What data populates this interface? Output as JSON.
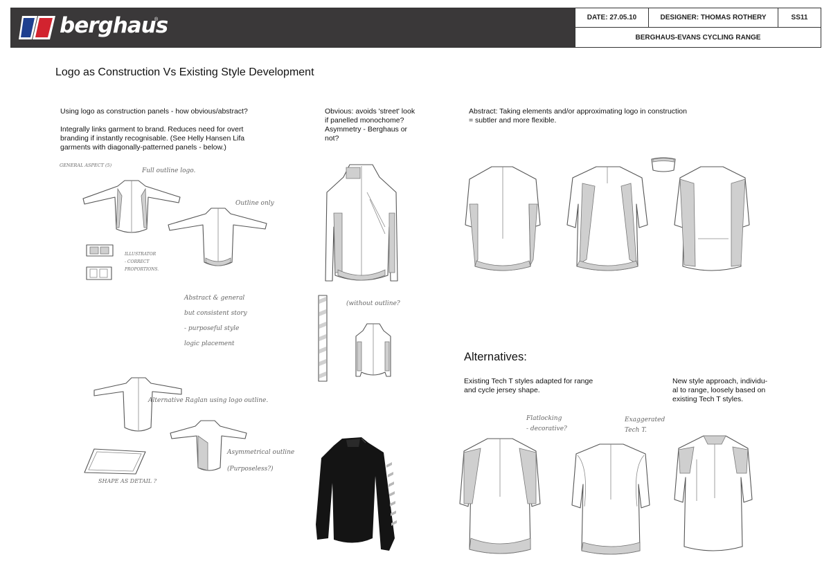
{
  "header": {
    "brand": "berghaus",
    "reg_mark": "®",
    "date": "DATE: 27.05.10",
    "designer": "DESIGNER: THOMAS ROTHERY",
    "season": "SS11",
    "range": "BERGHAUS-EVANS CYCLING RANGE",
    "colors": {
      "bar": "#3a3839",
      "logo_blue": "#1f3f8f",
      "logo_red": "#d2232f"
    }
  },
  "page_title": "Logo as Construction Vs Existing Style Development",
  "notes": {
    "construction": "Using logo as construction panels - how obvious/abstract?\n\nIntegrally links garment to brand. Reduces need for overt\nbranding if instantly recognisable. (See Helly Hansen Lifa\ngarments with diagonally-patterned panels - below.)",
    "obvious": "Obvious: avoids 'street' look\nif panelled monochome?\nAsymmetry - Berghaus or\nnot?",
    "abstract": "Abstract: Taking elements and/or approximating logo in construction\n= subtler and more flexible.",
    "alternatives_title": "Alternatives:",
    "existing": "Existing Tech T styles adapted for range\nand cycle jersey shape.",
    "new_style": "New style approach, individu-\nal to range, loosely based on\nexisting Tech T styles."
  },
  "handwriting": {
    "general_a": "GENERAL ASPECT (5)",
    "full_logo": "Full outline logo.",
    "outline_only": "Outline only",
    "illustrator": "ILLUSTRATOR\n- CORRECT\nPROPORTIONS.",
    "abstract": "Abstract & general\nbut consistent story\n- purposeful style\nlogic placement",
    "without_outline": "(without outline?",
    "raglan": "Alternative Raglan using logo outline.",
    "asymmetrical": "Asymmetrical outline\n(Purposeless?)",
    "shape_detail": "SHAPE AS DETAIL ?",
    "flatlocking": "Flatlocking\n- decorative?",
    "exaggerated": "Exaggerated\nTech T."
  }
}
